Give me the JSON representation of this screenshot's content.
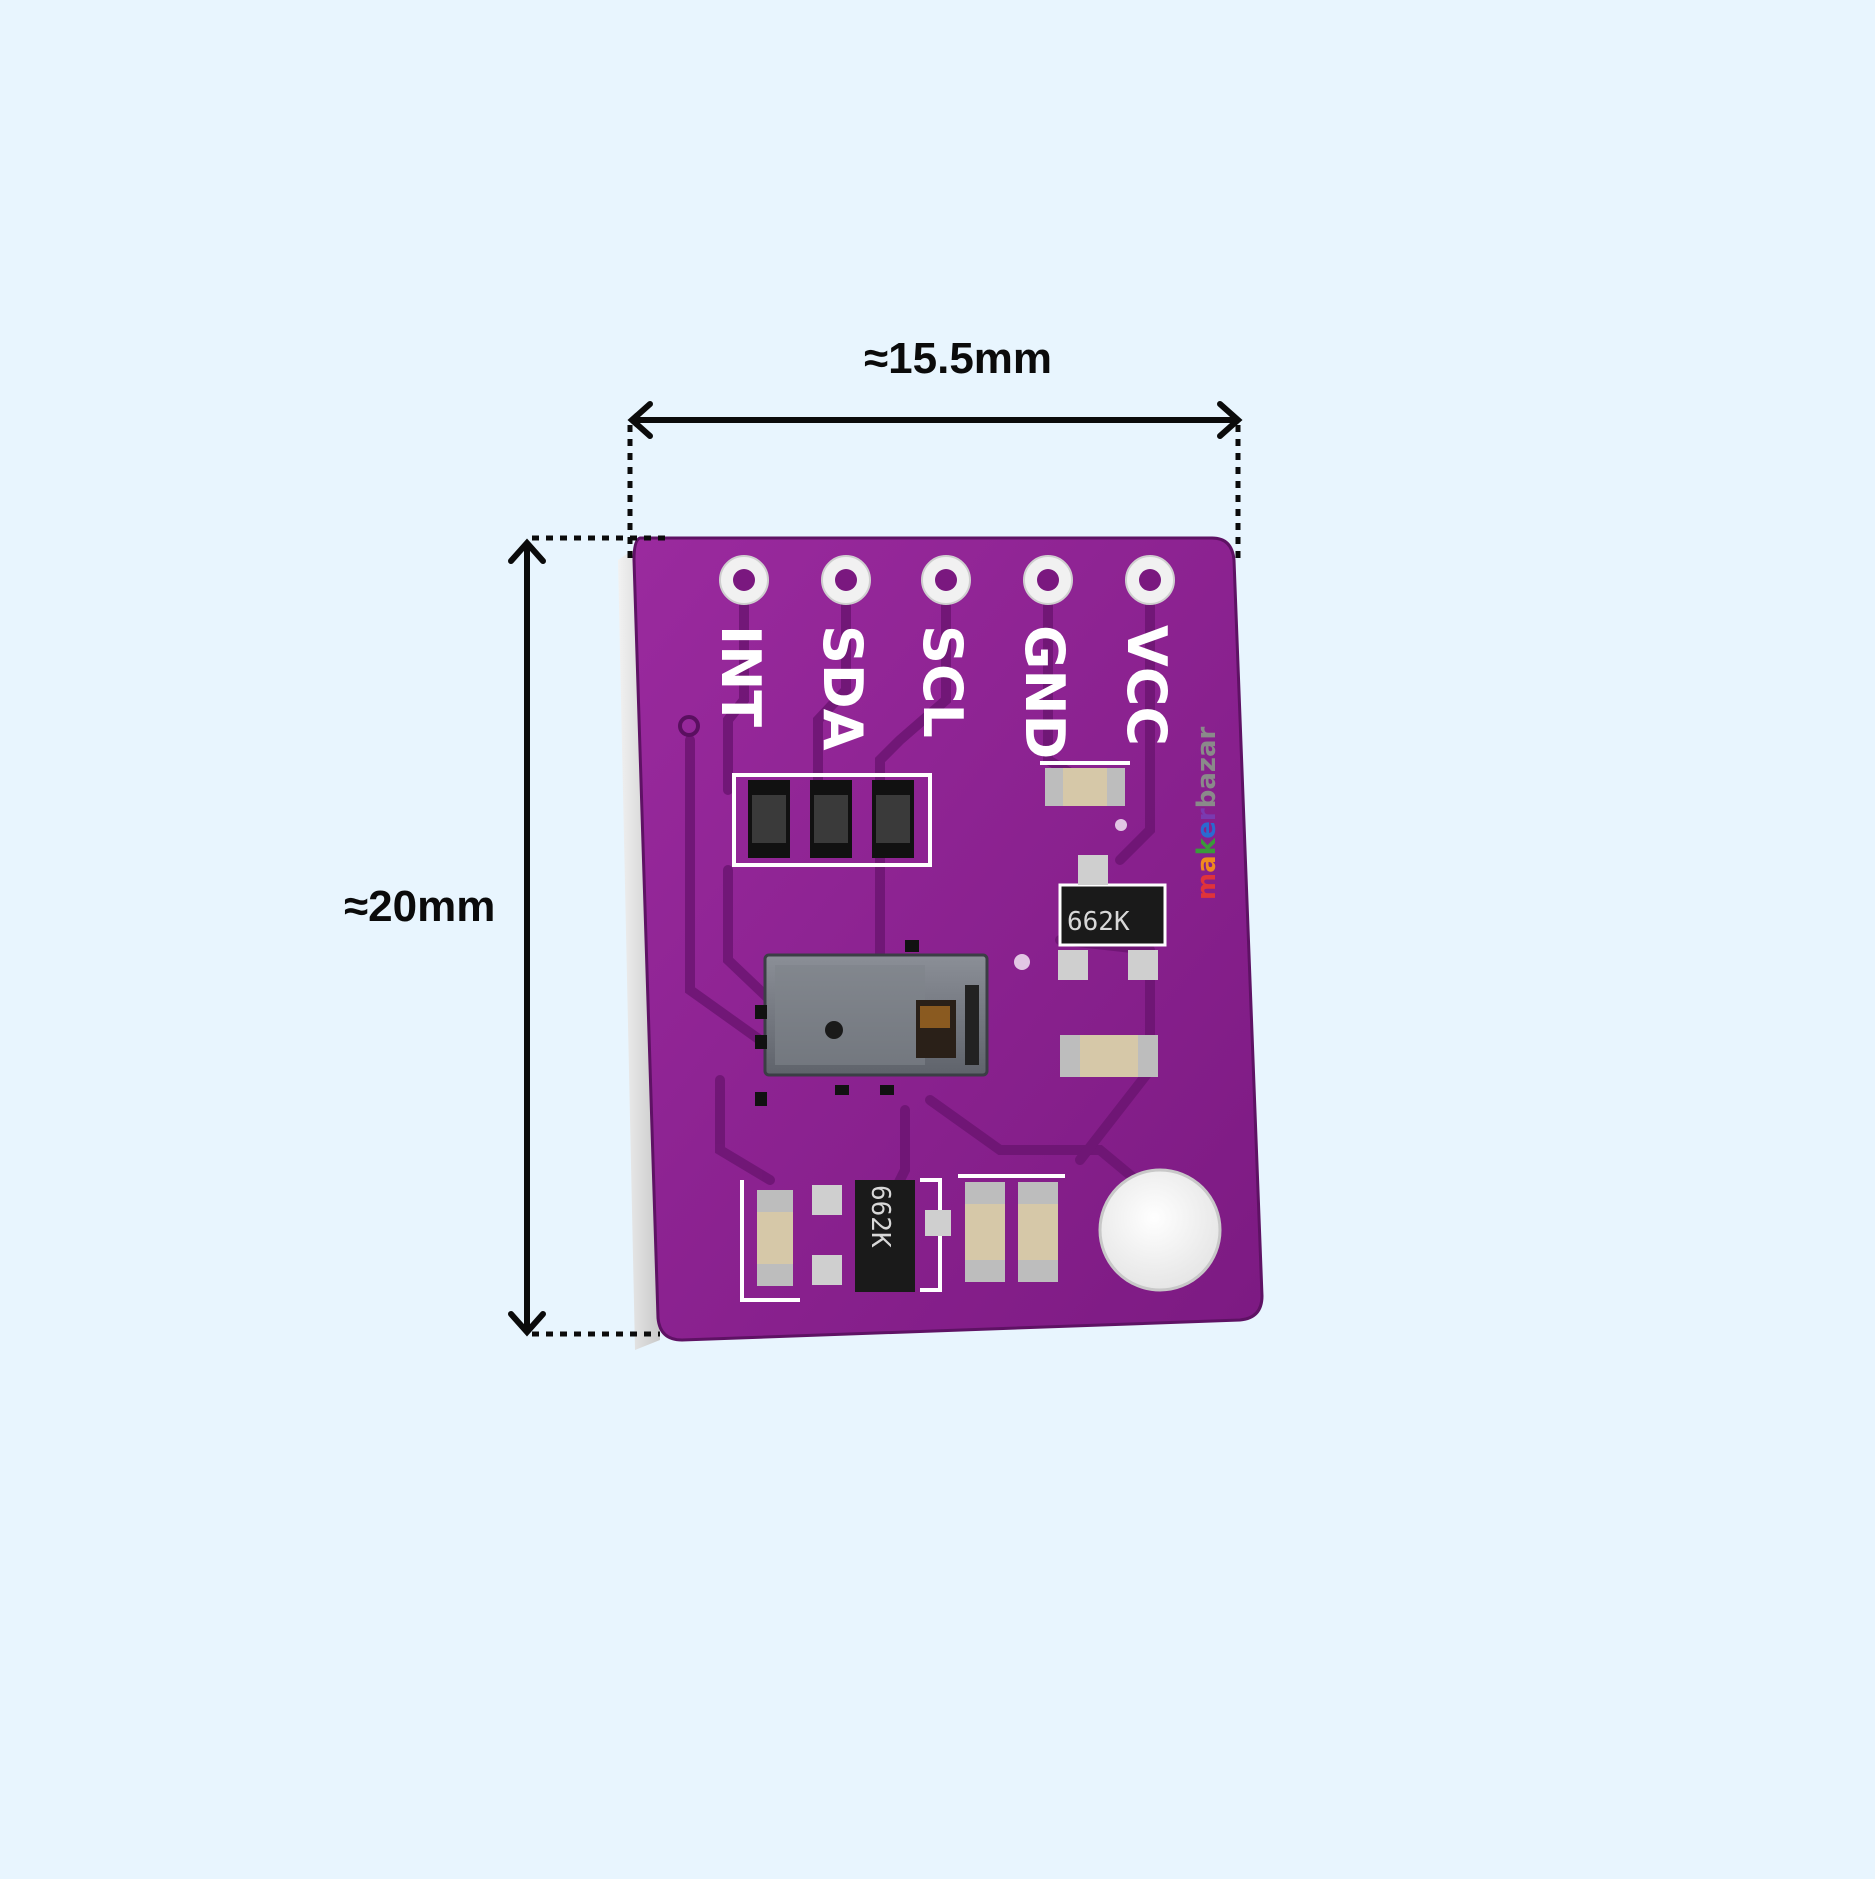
{
  "dimensions": {
    "width_label": "≈15.5mm",
    "height_label": "≈20mm"
  },
  "board": {
    "pin_labels": [
      "INT",
      "SDA",
      "SCL",
      "GND",
      "VCC"
    ],
    "chip_marking_top": "662K",
    "chip_marking_bottom": "662K",
    "watermark": "makerbazar",
    "colors": {
      "pcb": "#8a1f8e",
      "pcb_edge": "#6a1570",
      "background": "#e8f5fe",
      "pad_silver": "#d9d9d9"
    }
  }
}
